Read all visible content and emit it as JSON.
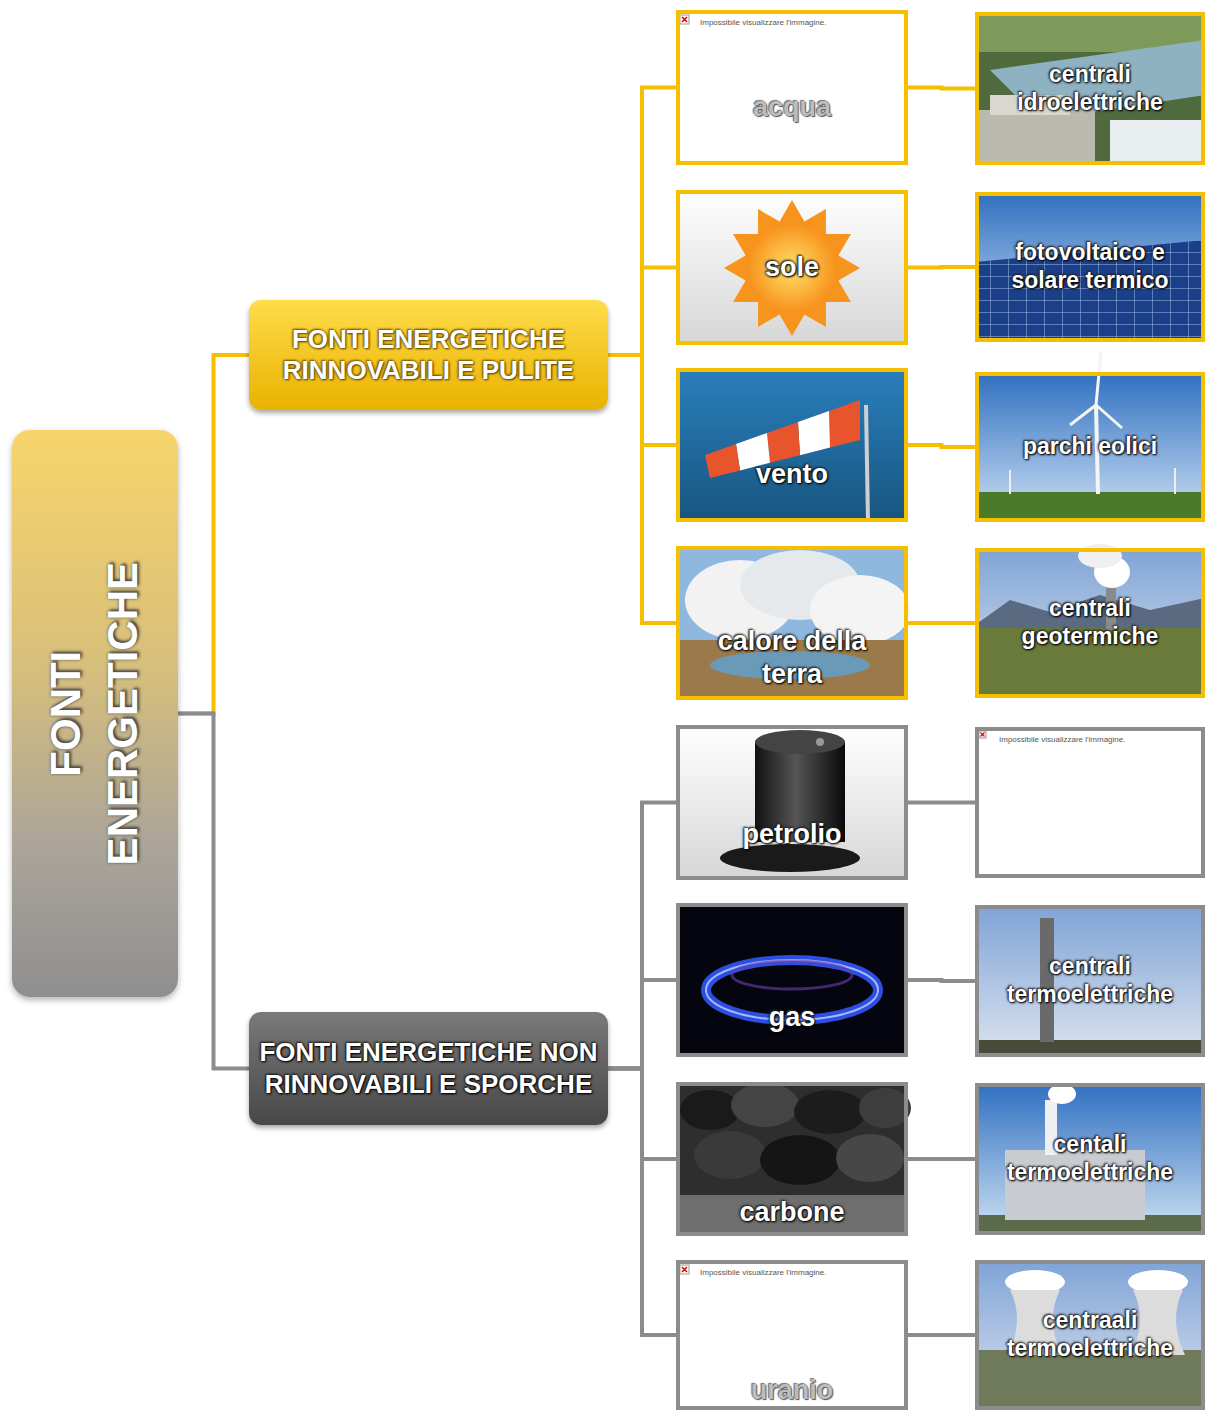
{
  "diagram": {
    "nodes": [
      {
        "text": [
          "FONTI ENERGETICHE"
        ]
      },
      {
        "text": [
          "FONTI ENERGETICHE RINNOVABILI E PULITE"
        ]
      },
      {
        "text": [
          "Impossibile visualizzare l'immagine.",
          "acqua"
        ]
      },
      {
        "text": [
          "centrali idroelettriche"
        ]
      },
      {
        "text": [
          "sole"
        ]
      },
      {
        "text": [
          "fotovoltaico e solare termico"
        ]
      },
      {
        "text": [
          "vento"
        ]
      },
      {
        "text": [
          "parchi eolici"
        ]
      },
      {
        "text": [
          "calore della terra"
        ]
      },
      {
        "text": [
          "centrali geotermiche"
        ]
      },
      {
        "text": [
          "FONTI ENERGETICHE NON RINNOVABILI E SPORCHE"
        ]
      },
      {
        "text": [
          "petrolio"
        ]
      },
      {
        "text": [
          "Impossibile visualizzare l'immagine."
        ]
      },
      {
        "text": [
          "gas"
        ]
      },
      {
        "text": [
          "centrali termoelettriche"
        ]
      },
      {
        "text": [
          "carbone"
        ]
      },
      {
        "text": [
          "centali termoelettriche"
        ]
      },
      {
        "text": [
          "Impossibile visualizzare l'immagine.",
          "uranio"
        ]
      },
      {
        "text": [
          "centraali termoelettriche"
        ]
      }
    ],
    "edges": [
      {
        "from": 0,
        "to": 1,
        "arrow": "none"
      },
      {
        "from": 0,
        "to": 10,
        "arrow": "none"
      },
      {
        "from": 1,
        "to": 2,
        "arrow": "none"
      },
      {
        "from": 1,
        "to": 4,
        "arrow": "none"
      },
      {
        "from": 1,
        "to": 6,
        "arrow": "none"
      },
      {
        "from": 1,
        "to": 8,
        "arrow": "none"
      },
      {
        "from": 2,
        "to": 3,
        "arrow": "none"
      },
      {
        "from": 4,
        "to": 5,
        "arrow": "none"
      },
      {
        "from": 6,
        "to": 7,
        "arrow": "none"
      },
      {
        "from": 8,
        "to": 9,
        "arrow": "none"
      },
      {
        "from": 10,
        "to": 11,
        "arrow": "none"
      },
      {
        "from": 10,
        "to": 13,
        "arrow": "none"
      },
      {
        "from": 10,
        "to": 15,
        "arrow": "none"
      },
      {
        "from": 10,
        "to": 17,
        "arrow": "none"
      },
      {
        "from": 11,
        "to": 12,
        "arrow": "none"
      },
      {
        "from": 13,
        "to": 14,
        "arrow": "none"
      },
      {
        "from": 15,
        "to": 16,
        "arrow": "none"
      },
      {
        "from": 17,
        "to": 18,
        "arrow": "none"
      }
    ]
  }
}
